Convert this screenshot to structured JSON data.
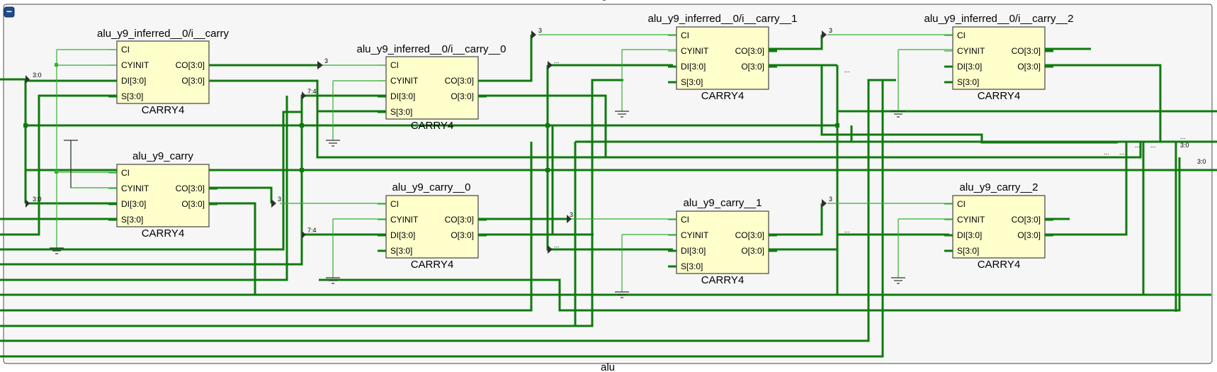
{
  "module_label": "alu",
  "collapse_button": {
    "symbol": "−",
    "color": "#1f4b8f"
  },
  "colors": {
    "wire": "#0f7a0f",
    "thin_wire": "#30b030",
    "block_fill": "#ffffcc",
    "frame_fill": "#f6f6f6"
  },
  "blocks": [
    {
      "name": "alu_y9_inferred__0/i__carry",
      "type": "CARRY4",
      "pins_left": [
        "CI",
        "CYINIT",
        "DI[3:0]",
        "S[3:0]"
      ],
      "pins_right": [
        "CO[3:0]",
        "O[3:0]"
      ]
    },
    {
      "name": "alu_y9_inferred__0/i__carry__0",
      "type": "CARRY4",
      "pins_left": [
        "CI",
        "CYINIT",
        "DI[3:0]",
        "S[3:0]"
      ],
      "pins_right": [
        "CO[3:0]",
        "O[3:0]"
      ]
    },
    {
      "name": "alu_y9_inferred__0/i__carry__1",
      "type": "CARRY4",
      "pins_left": [
        "CI",
        "CYINIT",
        "DI[3:0]",
        "S[3:0]"
      ],
      "pins_right": [
        "CO[3:0]",
        "O[3:0]"
      ]
    },
    {
      "name": "alu_y9_inferred__0/i__carry__2",
      "type": "CARRY4",
      "pins_left": [
        "CI",
        "CYINIT",
        "DI[3:0]",
        "S[3:0]"
      ],
      "pins_right": [
        "CO[3:0]",
        "O[3:0]"
      ]
    },
    {
      "name": "alu_y9_carry",
      "type": "CARRY4",
      "pins_left": [
        "CI",
        "CYINIT",
        "DI[3:0]",
        "S[3:0]"
      ],
      "pins_right": [
        "CO[3:0]",
        "O[3:0]"
      ]
    },
    {
      "name": "alu_y9_carry__0",
      "type": "CARRY4",
      "pins_left": [
        "CI",
        "CYINIT",
        "DI[3:0]",
        "S[3:0]"
      ],
      "pins_right": [
        "CO[3:0]",
        "O[3:0]"
      ]
    },
    {
      "name": "alu_y9_carry__1",
      "type": "CARRY4",
      "pins_left": [
        "CI",
        "CYINIT",
        "DI[3:0]",
        "S[3:0]"
      ],
      "pins_right": [
        "CO[3:0]",
        "O[3:0]"
      ]
    },
    {
      "name": "alu_y9_carry__2",
      "type": "CARRY4",
      "pins_left": [
        "CI",
        "CYINIT",
        "DI[3:0]",
        "S[3:0]"
      ],
      "pins_right": [
        "CO[3:0]",
        "O[3:0]"
      ]
    }
  ],
  "bus_labels": {
    "b30a": "3:0",
    "b30b": "3:0",
    "b74a": "7:4",
    "b74b": "7:4",
    "t3a": "3",
    "t3b": "3",
    "t3c": "3",
    "t3d": "3",
    "t3e": "3",
    "t3f": "3",
    "d1": "...",
    "d2": "...",
    "d3": "...",
    "d4": "...",
    "d5": "...",
    "d6": "...",
    "d7": "...",
    "d8": "...",
    "d9": "...",
    "o30a": "3:0",
    "o30b": "3:0"
  }
}
